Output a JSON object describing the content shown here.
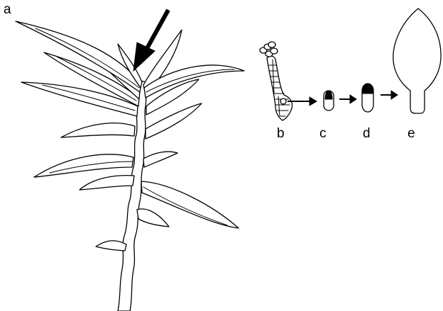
{
  "panels": {
    "a": {
      "label": "a",
      "icon": "moss-shoot-icon"
    },
    "b": {
      "label": "b",
      "icon": "protonema-filament-icon"
    },
    "c": {
      "label": "c",
      "icon": "early-bud-icon"
    },
    "d": {
      "label": "d",
      "icon": "elongated-bud-icon"
    },
    "e": {
      "label": "e",
      "icon": "leaf-primordium-icon"
    }
  },
  "colors": {
    "line": "#000000",
    "background": "#ffffff"
  }
}
